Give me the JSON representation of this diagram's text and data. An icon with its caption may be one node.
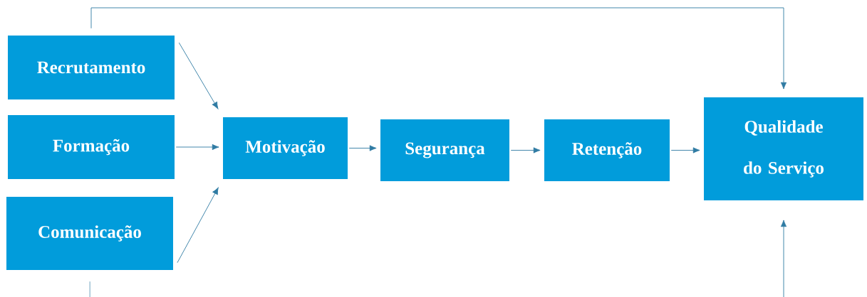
{
  "diagram": {
    "nodes": [
      {
        "text": [
          "Recrutamento"
        ]
      },
      {
        "text": [
          "Formação"
        ]
      },
      {
        "text": [
          "Comunicação"
        ]
      },
      {
        "text": [
          "Motivação"
        ]
      },
      {
        "text": [
          "Segurança"
        ]
      },
      {
        "text": [
          "Retenção"
        ]
      },
      {
        "text": [
          "Qualidade do Serviço"
        ]
      }
    ],
    "edges": [
      {
        "from": 0,
        "to": 3,
        "arrow": "to"
      },
      {
        "from": 1,
        "to": 3,
        "arrow": "to"
      },
      {
        "from": 2,
        "to": 3,
        "arrow": "to"
      },
      {
        "from": 3,
        "to": 4,
        "arrow": "to"
      },
      {
        "from": 4,
        "to": 5,
        "arrow": "to"
      },
      {
        "from": 5,
        "to": 6,
        "arrow": "to"
      },
      {
        "from": 0,
        "to": 6,
        "arrow": "to"
      },
      {
        "from": 2,
        "to": 6,
        "arrow": "to"
      }
    ]
  }
}
